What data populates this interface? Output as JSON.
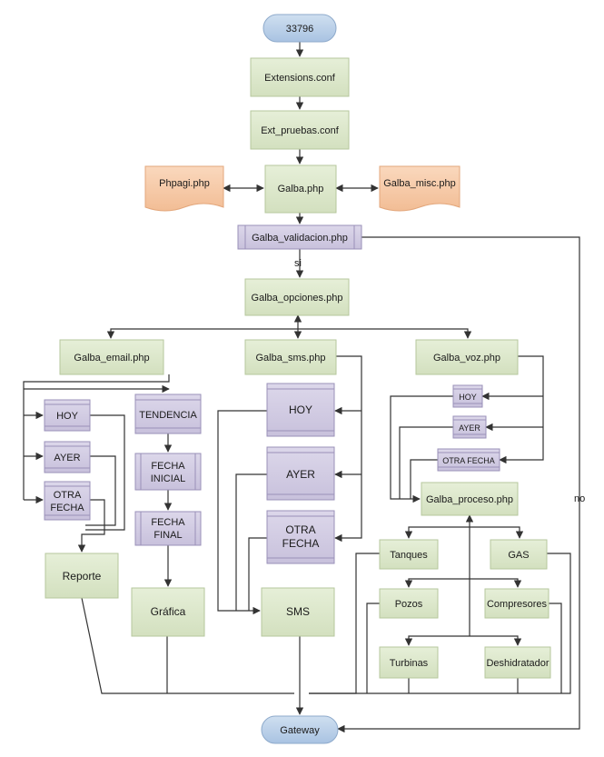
{
  "nodes": {
    "start": "33796",
    "extensions": "Extensions.conf",
    "ext_pruebas": "Ext_pruebas.conf",
    "phpagi": "Phpagi.php",
    "galba": "Galba.php",
    "galba_misc": "Galba_misc.php",
    "validacion": "Galba_validacion.php",
    "opciones": "Galba_opciones.php",
    "email": "Galba_email.php",
    "sms": "Galba_sms.php",
    "voz": "Galba_voz.php",
    "email_hoy": "HOY",
    "email_ayer": "AYER",
    "email_otra_1": "OTRA",
    "email_otra_2": "FECHA",
    "tendencia": "TENDENCIA",
    "fecha_inicial_1": "FECHA",
    "fecha_inicial_2": "INICIAL",
    "fecha_final_1": "FECHA",
    "fecha_final_2": "FINAL",
    "reporte": "Reporte",
    "grafica": "Gráfica",
    "sms_hoy": "HOY",
    "sms_ayer": "AYER",
    "sms_otra_1": "OTRA",
    "sms_otra_2": "FECHA",
    "sms_out": "SMS",
    "voz_hoy": "HOY",
    "voz_ayer": "AYER",
    "voz_otra": "OTRA FECHA",
    "proceso": "Galba_proceso.php",
    "tanques": "Tanques",
    "gas": "GAS",
    "pozos": "Pozos",
    "compresores": "Compresores",
    "turbinas": "Turbinas",
    "deshidratador": "Deshidratador",
    "gateway": "Gateway"
  },
  "edge_labels": {
    "si": "si",
    "no": "no"
  },
  "colors": {
    "process_fill": "#dde8cc",
    "process_stroke": "#b6c79c",
    "subprocess_fill": "#d2cce2",
    "subprocess_stroke": "#9a90b8",
    "document_fill": "#f6c9a6",
    "terminal_fill": "#b9d0ea",
    "terminal_stroke": "#8eaacb",
    "line": "#333333"
  }
}
